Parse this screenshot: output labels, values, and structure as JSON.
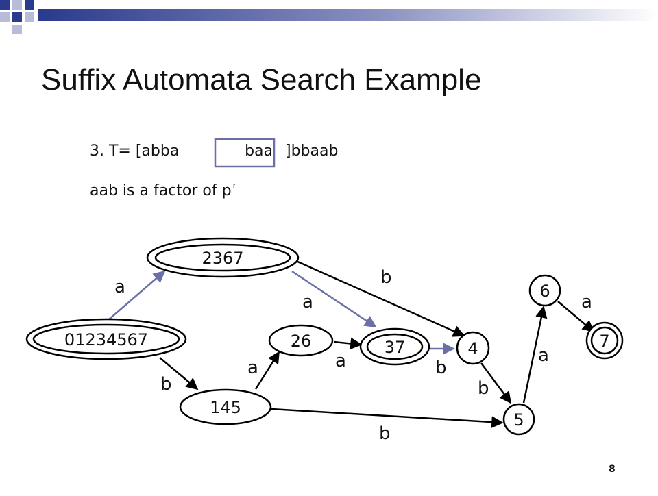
{
  "slide": {
    "title": "Suffix Automata Search Example",
    "line1": {
      "prefix": "3. T= [abba",
      "window": "baa",
      "suffix": "]bbaab"
    },
    "line2": {
      "text": "aab is a factor of p",
      "superscript": "r"
    },
    "page_number": "8"
  },
  "automaton": {
    "states": [
      {
        "id": "s0",
        "label": "01234567",
        "final": true
      },
      {
        "id": "s2367",
        "label": "2367",
        "final": true
      },
      {
        "id": "s26",
        "label": "26",
        "final": false
      },
      {
        "id": "s37",
        "label": "37",
        "final": true
      },
      {
        "id": "s145",
        "label": "145",
        "final": false
      },
      {
        "id": "s4",
        "label": "4",
        "final": false
      },
      {
        "id": "s5",
        "label": "5",
        "final": false
      },
      {
        "id": "s6",
        "label": "6",
        "final": false
      },
      {
        "id": "s7",
        "label": "7",
        "final": true
      }
    ],
    "transitions": [
      {
        "from": "01234567",
        "to": "2367",
        "symbol": "a",
        "highlighted": true
      },
      {
        "from": "2367",
        "to": "37",
        "symbol": "a",
        "highlighted": true
      },
      {
        "from": "37",
        "to": "4",
        "symbol": "b",
        "highlighted": true
      },
      {
        "from": "2367",
        "to": "4",
        "symbol": "b",
        "highlighted": false
      },
      {
        "from": "01234567",
        "to": "145",
        "symbol": "b",
        "highlighted": false
      },
      {
        "from": "145",
        "to": "26",
        "symbol": "a",
        "highlighted": false
      },
      {
        "from": "26",
        "to": "37",
        "symbol": "a",
        "highlighted": false
      },
      {
        "from": "145",
        "to": "5",
        "symbol": "b",
        "highlighted": false
      },
      {
        "from": "4",
        "to": "5",
        "symbol": "b",
        "highlighted": false
      },
      {
        "from": "5",
        "to": "6",
        "symbol": "a",
        "highlighted": false
      },
      {
        "from": "6",
        "to": "7",
        "symbol": "a",
        "highlighted": false
      }
    ]
  },
  "colors": {
    "highlight": "#6a6fa6",
    "logo_dark": "#2a3a8c",
    "logo_light": "#b8bcd8",
    "edge": "#000000"
  }
}
